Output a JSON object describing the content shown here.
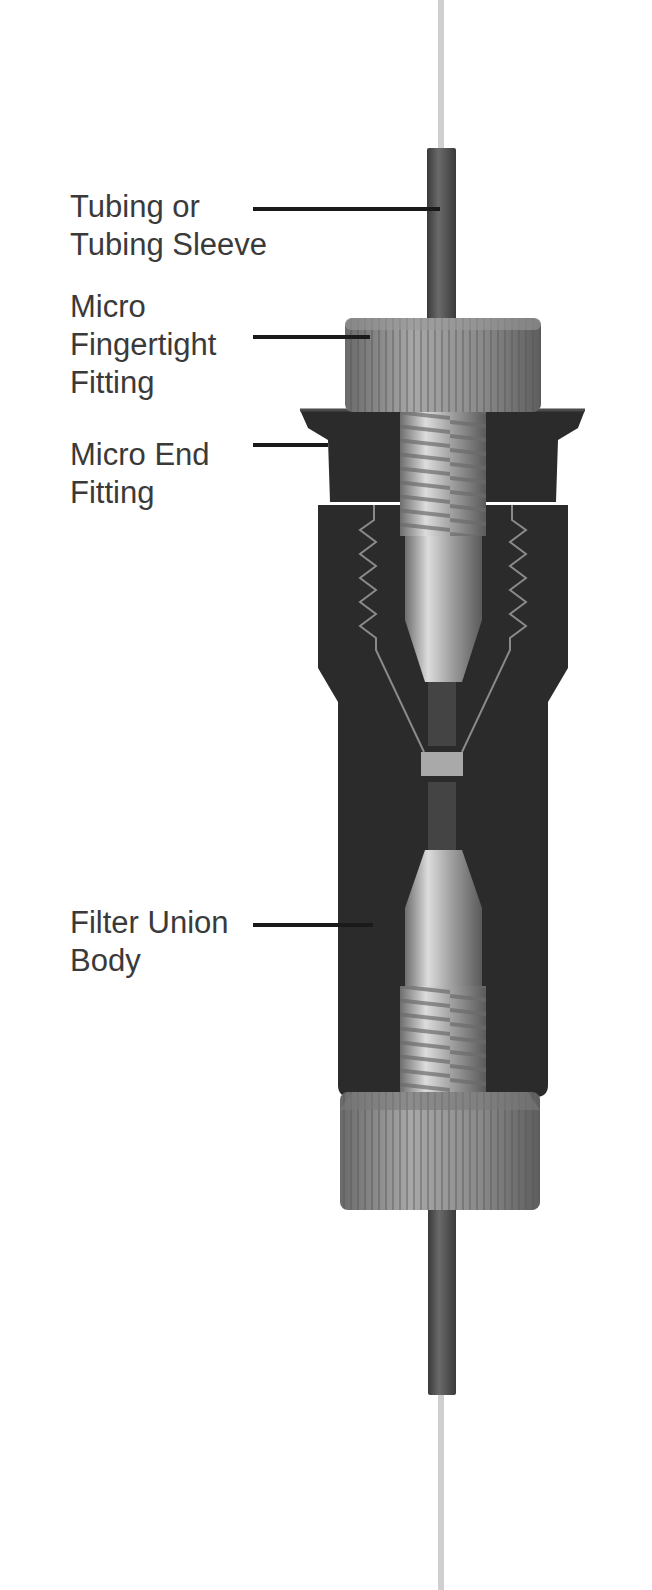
{
  "diagram": {
    "labels": [
      "Tubing or Tubing Sleeve",
      "Micro Fingertight Fitting",
      "Micro End Fitting",
      "Filter Union Body"
    ]
  }
}
